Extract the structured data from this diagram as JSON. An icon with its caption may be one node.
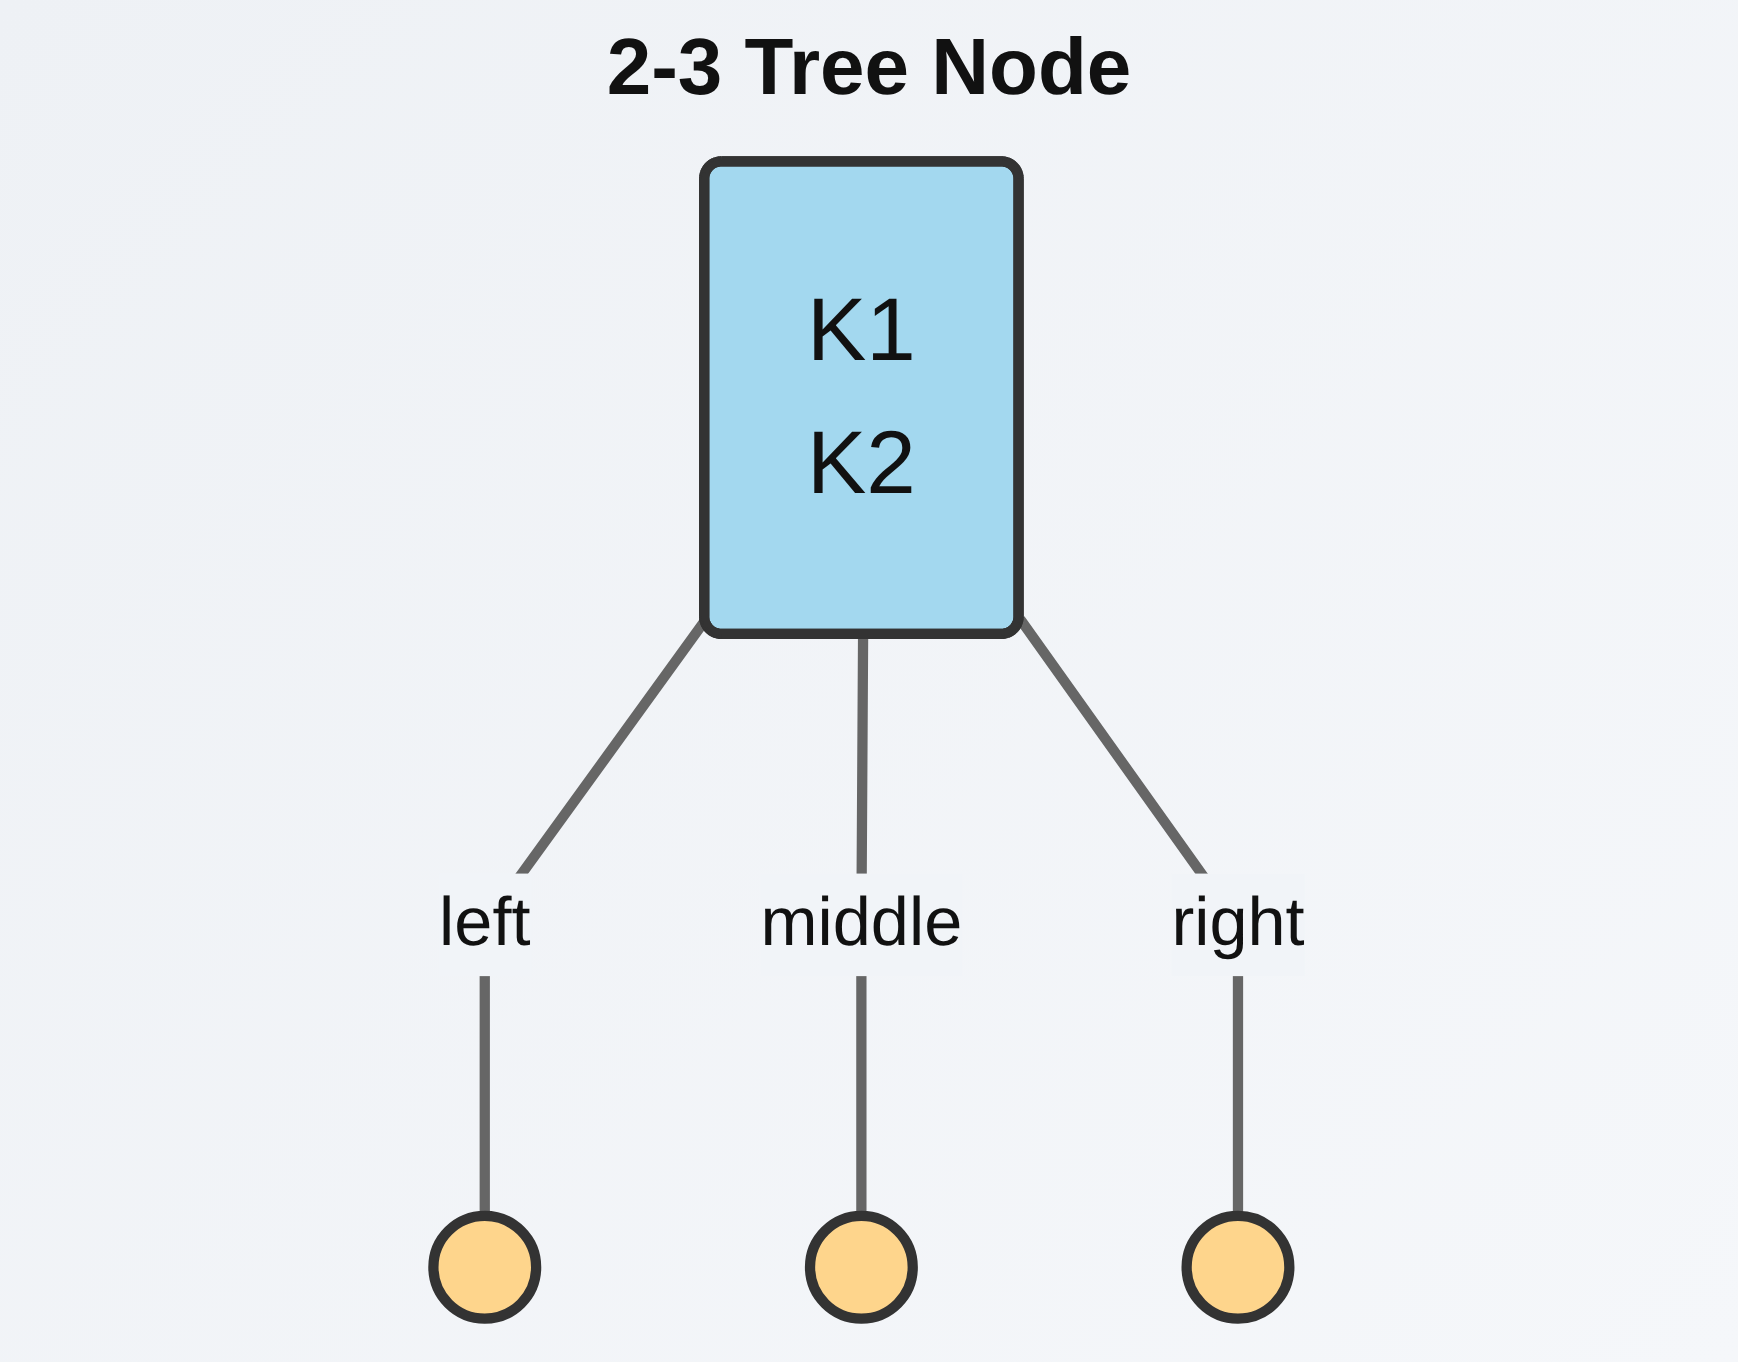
{
  "diagram": {
    "title": "2-3 Tree Node",
    "nodes": [
      {
        "text": [
          "K1",
          "K2"
        ]
      },
      {
        "text": [],
        "shape": "circle"
      },
      {
        "text": [],
        "shape": "circle"
      },
      {
        "text": [],
        "shape": "circle"
      }
    ],
    "edges": [
      {
        "from": 0,
        "to": 1,
        "arrow": "none",
        "label": "left"
      },
      {
        "from": 0,
        "to": 2,
        "arrow": "none",
        "label": "middle"
      },
      {
        "from": 0,
        "to": 3,
        "arrow": "none",
        "label": "right"
      }
    ]
  }
}
